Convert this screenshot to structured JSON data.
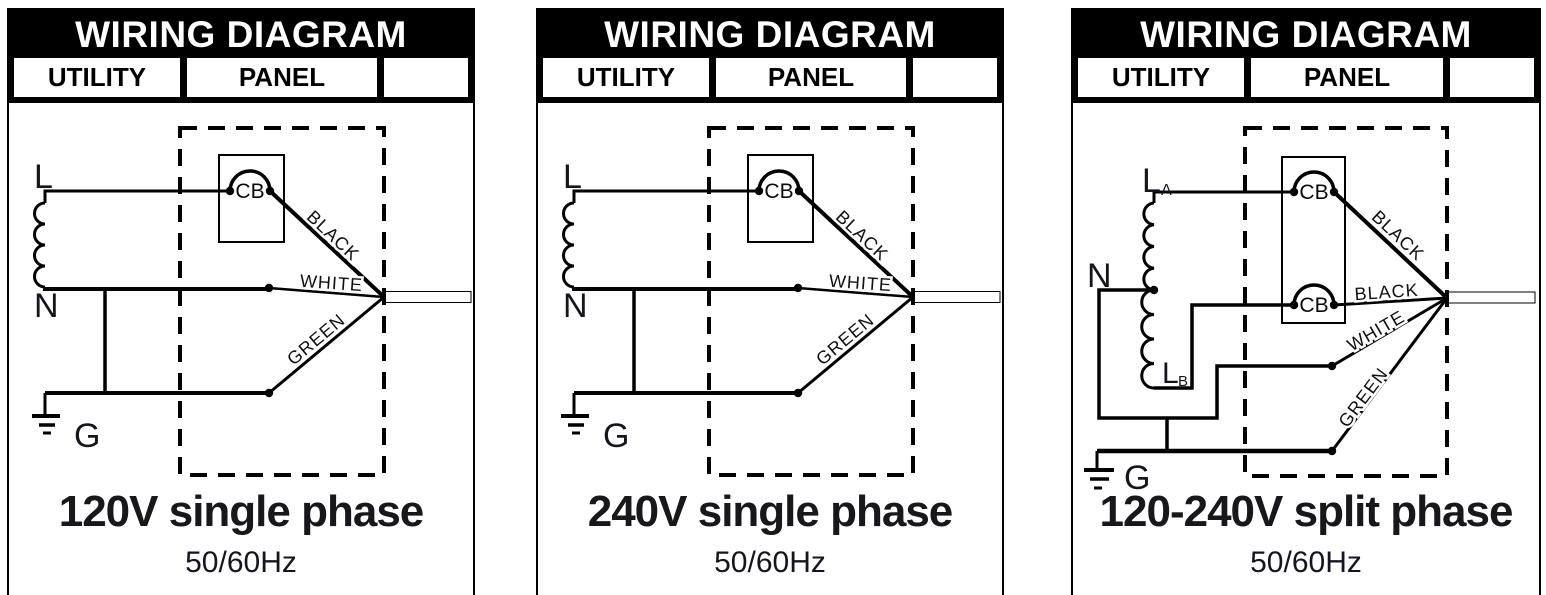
{
  "colors": {
    "ink": "#000000",
    "label_ink": "#15151d",
    "caption_ink": "#18181c",
    "frequency_ink": "#15151f",
    "header_bg": "#000000",
    "header_fg": "#ffffff"
  },
  "panels": [
    {
      "title": "WIRING DIAGRAM",
      "columns": {
        "utility": "UTILITY",
        "panel": "PANEL",
        "output": ""
      },
      "labels": {
        "line": "L",
        "neutral": "N",
        "ground": "G",
        "breaker": "CB"
      },
      "wires": {
        "black": "BLACK",
        "white": "WHITE",
        "green": "GREEN"
      },
      "caption": "120V single phase",
      "frequency": "50/60Hz"
    },
    {
      "title": "WIRING DIAGRAM",
      "columns": {
        "utility": "UTILITY",
        "panel": "PANEL",
        "output": ""
      },
      "labels": {
        "line": "L",
        "neutral": "N",
        "ground": "G",
        "breaker": "CB"
      },
      "wires": {
        "black": "BLACK",
        "white": "WHITE",
        "green": "GREEN"
      },
      "caption": "240V single phase",
      "frequency": "50/60Hz"
    },
    {
      "title": "WIRING DIAGRAM",
      "columns": {
        "utility": "UTILITY",
        "panel": "PANEL",
        "output": ""
      },
      "labels": {
        "line_a": "L",
        "line_a_sub": "A",
        "line_b": "L",
        "line_b_sub": "B",
        "neutral": "N",
        "ground": "G",
        "breaker_top": "CB",
        "breaker_bottom": "CB"
      },
      "wires": {
        "black_top": "BLACK",
        "black_bottom": "BLACK",
        "white": "WHITE",
        "green": "GREEN"
      },
      "caption": "120-240V split phase",
      "frequency": "50/60Hz"
    }
  ]
}
